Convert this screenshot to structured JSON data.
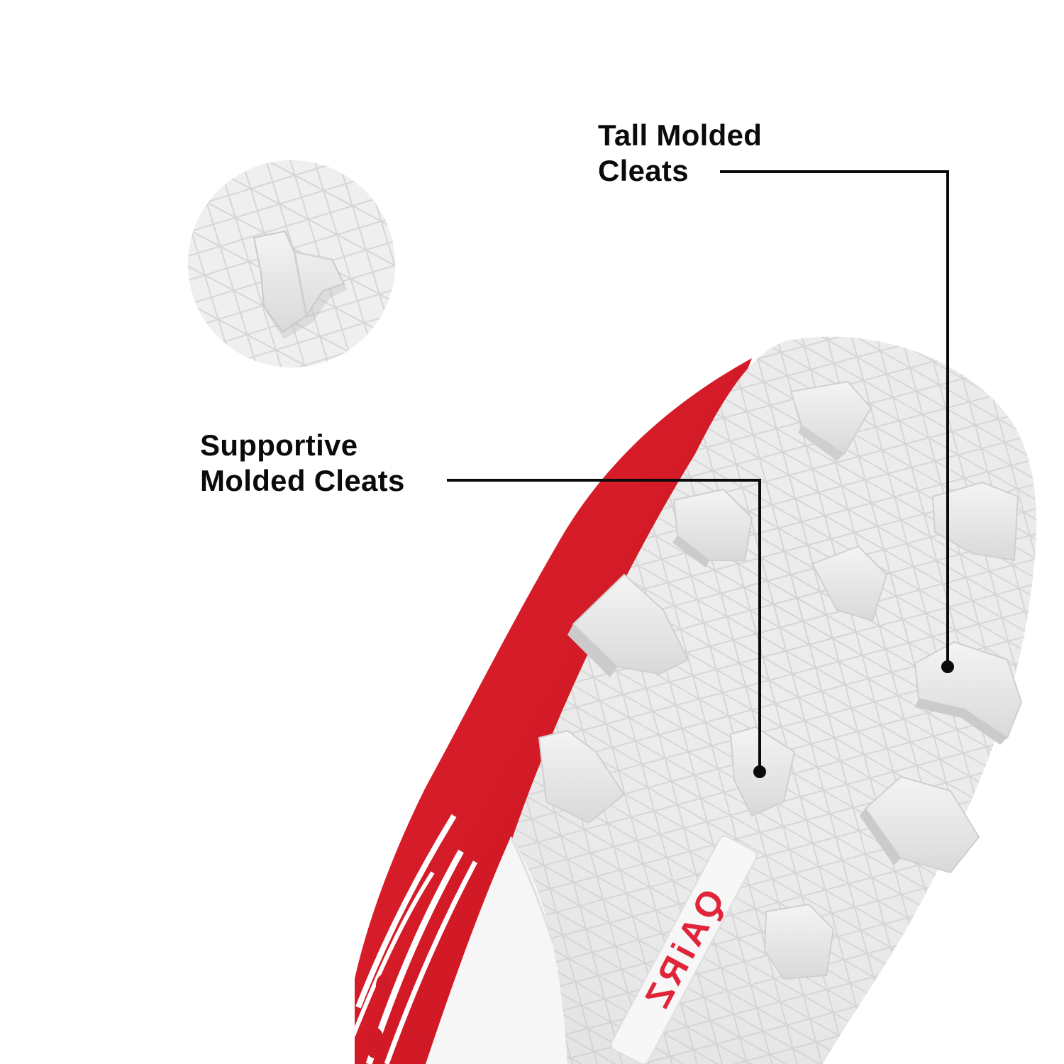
{
  "callouts": {
    "tall_molded_cleats": {
      "line1": "Tall Molded",
      "line2": "Cleats"
    },
    "supportive_molded_cleats": {
      "line1": "Supportive",
      "line2": "Molded Cleats"
    }
  },
  "sole_logo_text": "QAiRZ",
  "colors": {
    "background": "#ffffff",
    "upper_red": "#d81e2c",
    "sole_white": "#f1f1f1",
    "cleat_grey": "#e2e2e2",
    "callout_line": "#0b0b0b",
    "label_text": "#0b0b0b"
  }
}
